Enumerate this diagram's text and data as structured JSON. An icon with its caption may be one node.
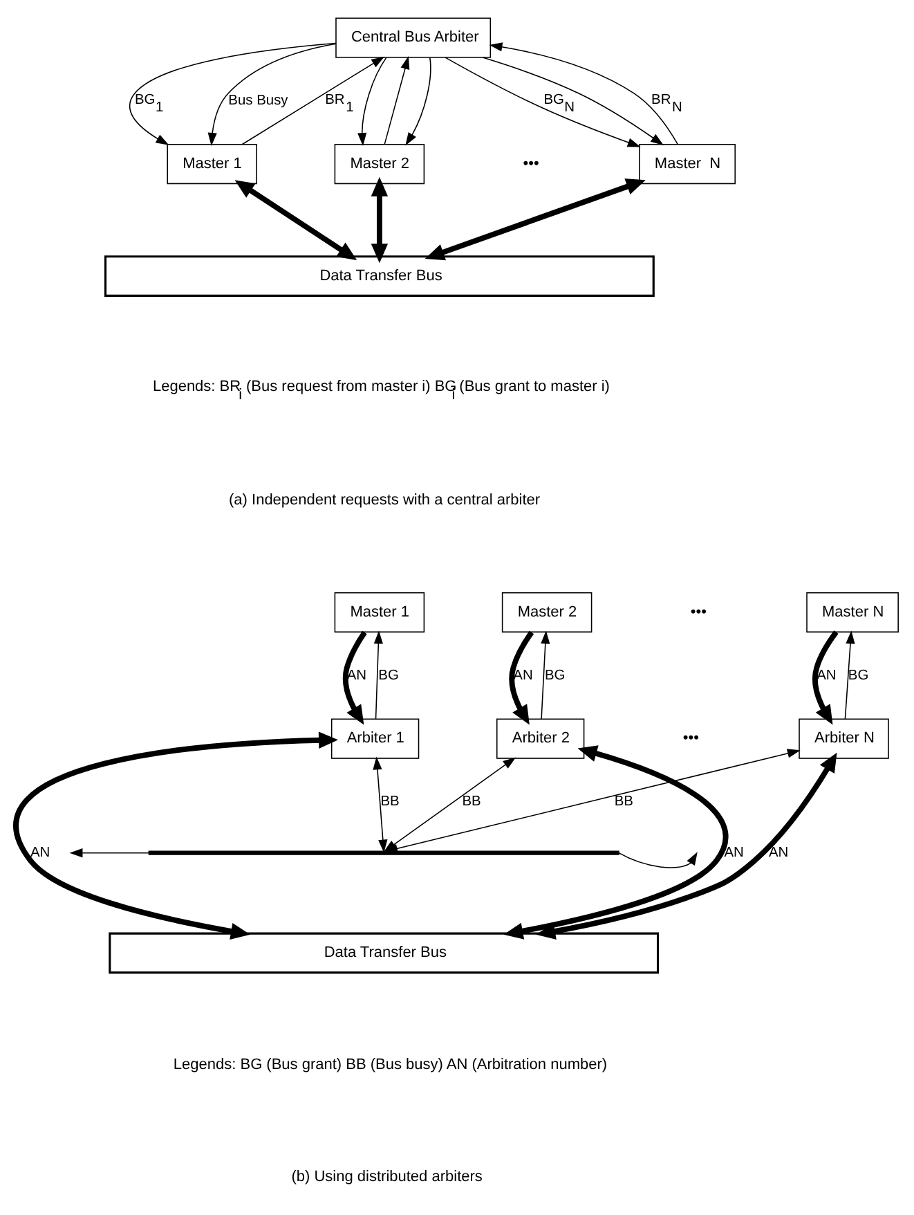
{
  "diagram": {
    "nodes": [
      {
        "text": [
          "Central Bus Arbiter"
        ]
      },
      {
        "text": [
          "Master 1"
        ]
      },
      {
        "text": [
          "Master 2"
        ]
      },
      {
        "text": [
          "Master  N"
        ]
      },
      {
        "text": [
          "Data Transfer Bus"
        ]
      },
      {
        "text": [
          "Master 1"
        ]
      },
      {
        "text": [
          "Master 2"
        ]
      },
      {
        "text": [
          "Master N"
        ]
      },
      {
        "text": [
          "Arbiter 1"
        ]
      },
      {
        "text": [
          "Arbiter 2"
        ]
      },
      {
        "text": [
          "Arbiter N"
        ]
      },
      {
        "text": [],
        "shape": "bar"
      },
      {
        "text": [
          "Data Transfer Bus"
        ]
      }
    ],
    "edges": [
      {
        "from": 1,
        "to": 0,
        "arrow": "to",
        "label": "BR$_{1}$"
      },
      {
        "from": 0,
        "to": 1,
        "arrow": "to",
        "label": "BG$_{1}$"
      },
      {
        "from": 2,
        "to": 0,
        "arrow": "to"
      },
      {
        "from": 0,
        "to": 2,
        "arrow": "to"
      },
      {
        "from": 3,
        "to": 0,
        "arrow": "to",
        "label": "BR$_{N}$"
      },
      {
        "from": 0,
        "to": 3,
        "arrow": "to",
        "label": "BG$_{N}$"
      },
      {
        "from": 0,
        "to": 1,
        "arrow": "to",
        "label": "Bus Busy"
      },
      {
        "from": 0,
        "to": 2,
        "arrow": "to"
      },
      {
        "from": 0,
        "to": 3,
        "arrow": "to"
      },
      {
        "from": 1,
        "to": 4,
        "arrow": "both",
        "style": "thick"
      },
      {
        "from": 2,
        "to": 4,
        "arrow": "both",
        "style": "thick"
      },
      {
        "from": 3,
        "to": 4,
        "arrow": "both",
        "style": "thick"
      },
      {
        "from": 8,
        "to": 5,
        "arrow": "to",
        "label": "BG"
      },
      {
        "from": 5,
        "to": 8,
        "arrow": "to",
        "label": "AN",
        "style": "thick"
      },
      {
        "from": 9,
        "to": 6,
        "arrow": "to",
        "label": "BG"
      },
      {
        "from": 6,
        "to": 9,
        "arrow": "to",
        "label": "AN",
        "style": "thick"
      },
      {
        "from": 10,
        "to": 7,
        "arrow": "to",
        "label": "BG"
      },
      {
        "from": 7,
        "to": 10,
        "arrow": "to",
        "label": "AN",
        "style": "thick"
      },
      {
        "from": 8,
        "to": 11,
        "arrow": "both",
        "label": "BB"
      },
      {
        "from": 9,
        "to": 11,
        "arrow": "both",
        "label": "BB"
      },
      {
        "from": 10,
        "to": 11,
        "arrow": "both",
        "label": "BB"
      },
      {
        "from": 8,
        "to": 12,
        "arrow": "both",
        "label": "AN",
        "style": "thick"
      },
      {
        "from": 9,
        "to": 12,
        "arrow": "both",
        "label": "AN",
        "style": "thick"
      },
      {
        "from": 10,
        "to": 12,
        "arrow": "both",
        "label": "AN",
        "style": "thick"
      },
      {
        "from": 11,
        "to": null,
        "arrow": "to"
      },
      {
        "from": 11,
        "to": null,
        "arrow": "to"
      }
    ],
    "labels": [
      "•••",
      "Legends: BR$_{i}$ (Bus request from master i) BG$_{i}$ (Bus grant to master i)",
      "(a) Independent requests with a central arbiter",
      "•••",
      "•••",
      "Legends: BG (Bus grant) BB (Bus busy) AN (Arbitration number)",
      "(b) Using distributed arbiters"
    ]
  }
}
